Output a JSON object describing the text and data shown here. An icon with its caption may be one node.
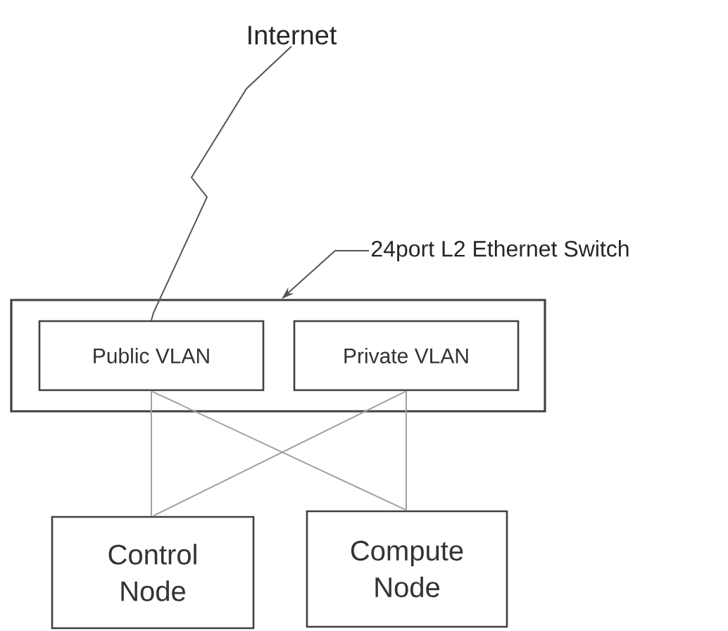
{
  "diagram": {
    "nodes": [
      {
        "text": [
          "Internet"
        ]
      },
      {
        "text": [
          "24port L2 Ethernet Switch"
        ]
      },
      {
        "text": [],
        "shape": "box"
      },
      {
        "text": [
          "Public VLAN"
        ],
        "in": 2
      },
      {
        "text": [
          "Private VLAN"
        ],
        "in": 2
      },
      {
        "text": [
          "Control Node"
        ]
      },
      {
        "text": [
          "Compute Node"
        ]
      }
    ],
    "edges": [
      {
        "from": 0,
        "to": 3,
        "arrow": "none",
        "color": "#555555"
      },
      {
        "from": 1,
        "to": 2,
        "arrow": "to",
        "color": "#555555"
      },
      {
        "from": 3,
        "to": 5,
        "arrow": "none"
      },
      {
        "from": 3,
        "to": 6,
        "arrow": "none"
      },
      {
        "from": 4,
        "to": 5,
        "arrow": "none"
      },
      {
        "from": 4,
        "to": 6,
        "arrow": "none"
      }
    ]
  }
}
